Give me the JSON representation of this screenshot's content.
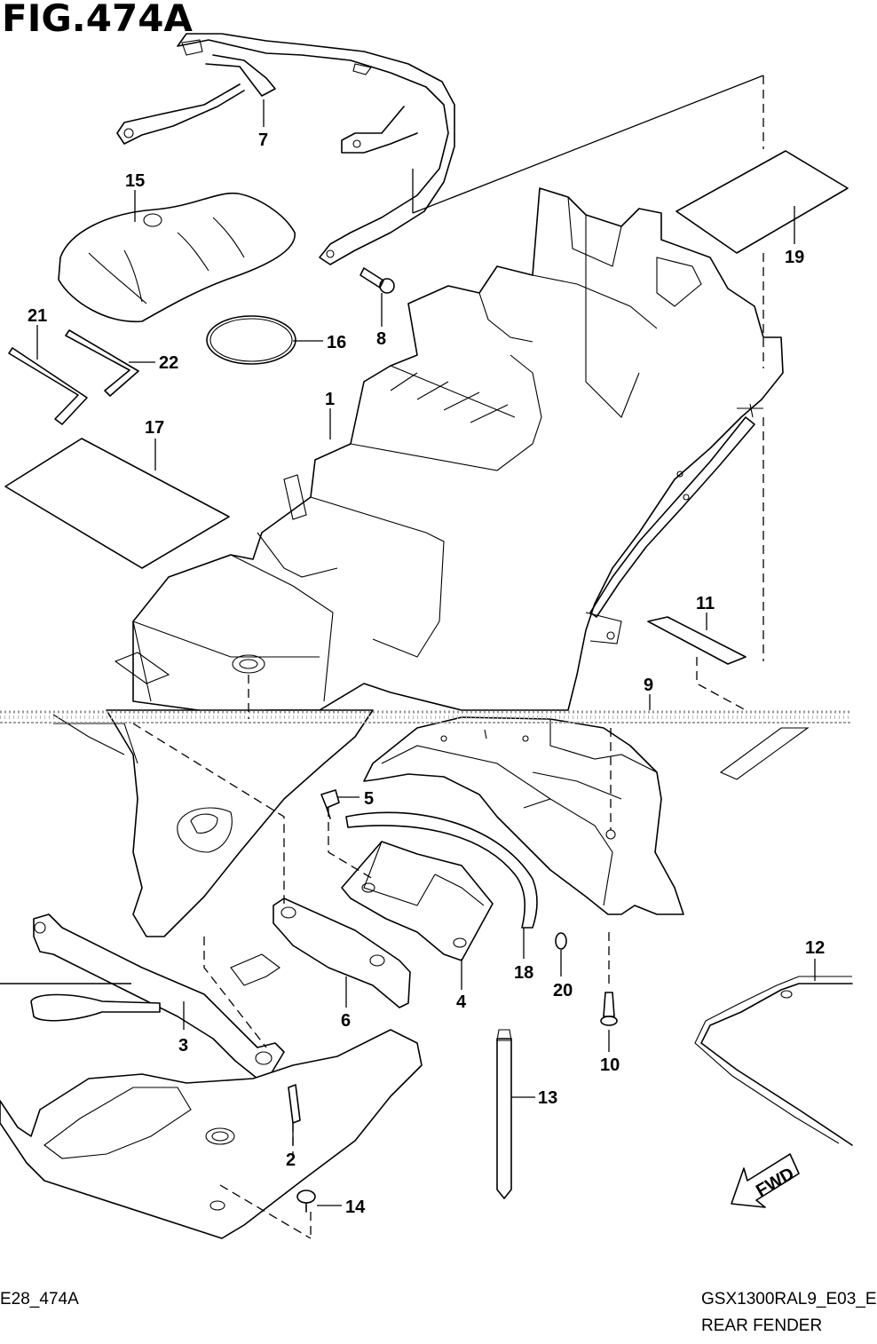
{
  "figure": {
    "title": "FIG.474A"
  },
  "footer": {
    "left_code": "E28_474A",
    "right_code": "GSX1300RAL9_E03_E",
    "section_name": "REAR FENDER"
  },
  "fwd_arrow": {
    "label": "FWD"
  },
  "callouts": [
    {
      "id": "1",
      "label": "1"
    },
    {
      "id": "2",
      "label": "2"
    },
    {
      "id": "3",
      "label": "3"
    },
    {
      "id": "4",
      "label": "4"
    },
    {
      "id": "5",
      "label": "5"
    },
    {
      "id": "6",
      "label": "6"
    },
    {
      "id": "7",
      "label": "7"
    },
    {
      "id": "8",
      "label": "8"
    },
    {
      "id": "9",
      "label": "9"
    },
    {
      "id": "10",
      "label": "10"
    },
    {
      "id": "11",
      "label": "11"
    },
    {
      "id": "12",
      "label": "12"
    },
    {
      "id": "13",
      "label": "13"
    },
    {
      "id": "14",
      "label": "14"
    },
    {
      "id": "15",
      "label": "15"
    },
    {
      "id": "16",
      "label": "16"
    },
    {
      "id": "17",
      "label": "17"
    },
    {
      "id": "18",
      "label": "18"
    },
    {
      "id": "19",
      "label": "19"
    },
    {
      "id": "20",
      "label": "20"
    },
    {
      "id": "21",
      "label": "21"
    },
    {
      "id": "22",
      "label": "22"
    }
  ]
}
